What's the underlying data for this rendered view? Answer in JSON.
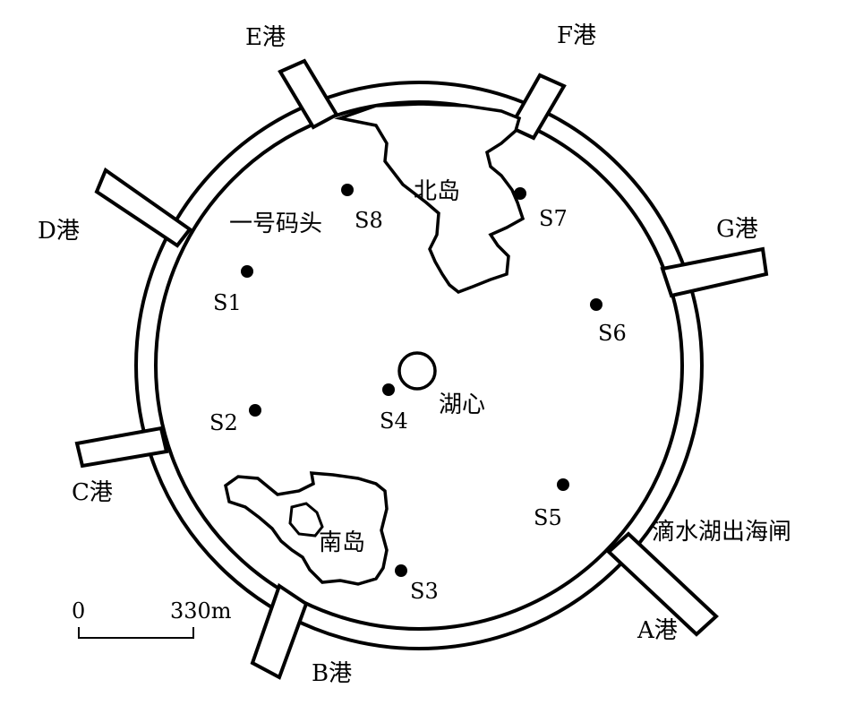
{
  "ports": {
    "E": "E港",
    "F": "F港",
    "D": "D港",
    "G": "G港",
    "C": "C港",
    "A": "A港",
    "B": "B港"
  },
  "outlet_label": "滴水湖出海闸",
  "islands": {
    "north": "北岛",
    "south": "南岛"
  },
  "lake_center": "湖心",
  "pier_label": "一号码头",
  "stations": {
    "S1": "S1",
    "S2": "S2",
    "S3": "S3",
    "S4": "S4",
    "S5": "S5",
    "S6": "S6",
    "S7": "S7",
    "S8": "S8"
  },
  "scale_bar": {
    "start": "0",
    "end": "330m"
  },
  "colors": {
    "ink": "#000000",
    "background": "#ffffff"
  }
}
